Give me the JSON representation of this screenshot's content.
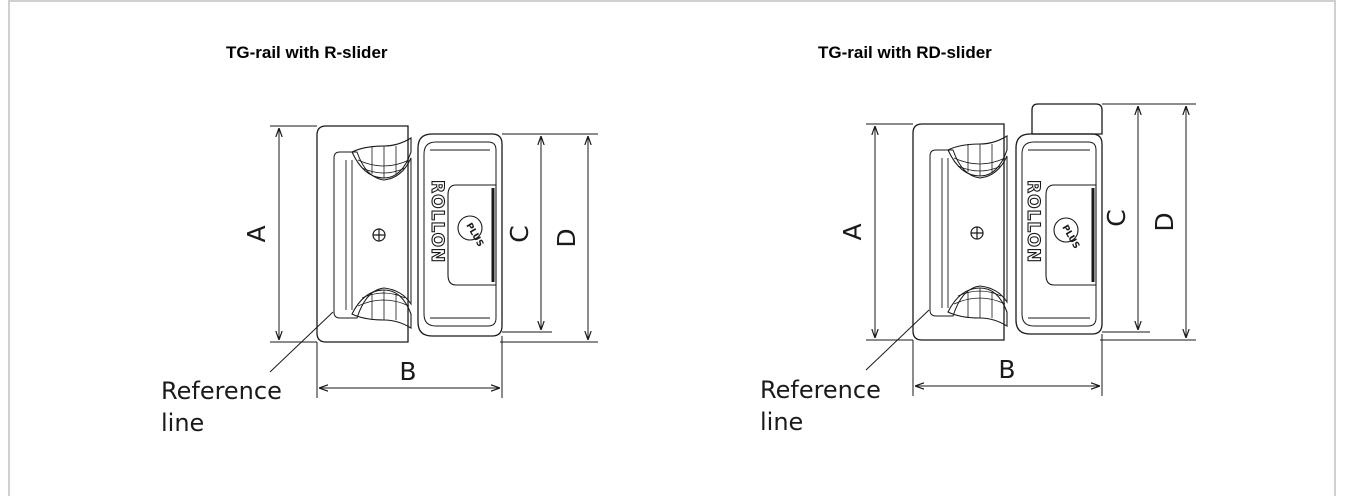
{
  "diagrams": [
    {
      "heading": "TG-rail with R-slider",
      "dim_a": "A",
      "dim_b": "B",
      "dim_c": "C",
      "dim_d": "D",
      "reference_line": [
        "Reference",
        "line"
      ],
      "brand": "ROLLON",
      "badge": "PLUS"
    },
    {
      "heading": "TG-rail with RD-slider",
      "dim_a": "A",
      "dim_b": "B",
      "dim_c": "C",
      "dim_d": "D",
      "reference_line": [
        "Reference",
        "line"
      ],
      "brand": "ROLLON",
      "badge": "PLUS"
    }
  ],
  "colors": {
    "line": "#1a1a1a",
    "border": "#d0d0d0",
    "background": "#ffffff"
  }
}
